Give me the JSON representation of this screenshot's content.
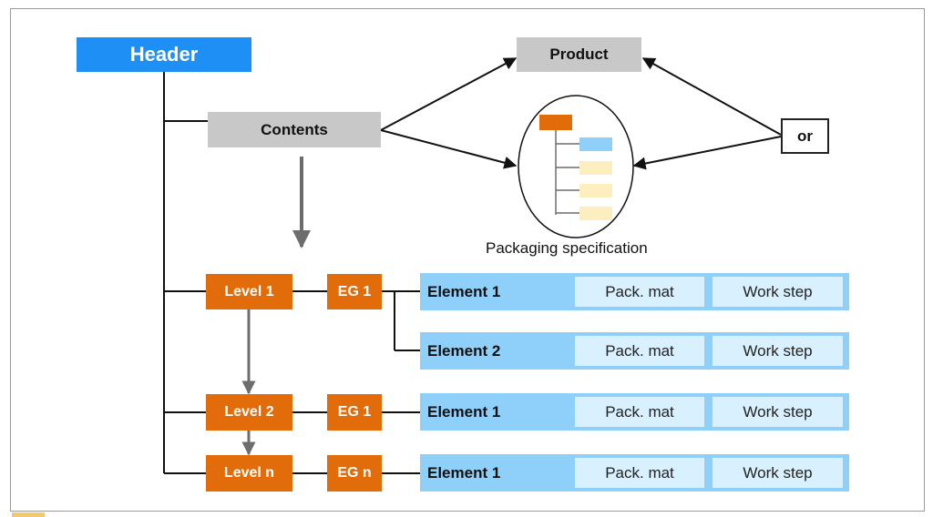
{
  "header": {
    "label": "Header"
  },
  "contents": {
    "label": "Contents"
  },
  "product": {
    "label": "Product"
  },
  "or_box": {
    "label": "or"
  },
  "packaging": {
    "caption": "Packaging specification"
  },
  "rows": [
    {
      "level": "Level 1",
      "eg": "EG 1",
      "element": "Element 1",
      "pack": "Pack. mat",
      "step": "Work step"
    },
    {
      "level": "",
      "eg": "",
      "element": "Element 2",
      "pack": "Pack. mat",
      "step": "Work step"
    },
    {
      "level": "Level 2",
      "eg": "EG 1",
      "element": "Element 1",
      "pack": "Pack. mat",
      "step": "Work step"
    },
    {
      "level": "Level n",
      "eg": "EG n",
      "element": "Element 1",
      "pack": "Pack. mat",
      "step": "Work step"
    }
  ],
  "colors": {
    "header": "#1e90f5",
    "gray": "#c8c8c8",
    "orange": "#e36c0a",
    "element_bar": "#8fd0fb",
    "element_cell": "#d9f0fe",
    "tree_blue": "#8fd0fb",
    "tree_yellow": "#fdeec0"
  }
}
